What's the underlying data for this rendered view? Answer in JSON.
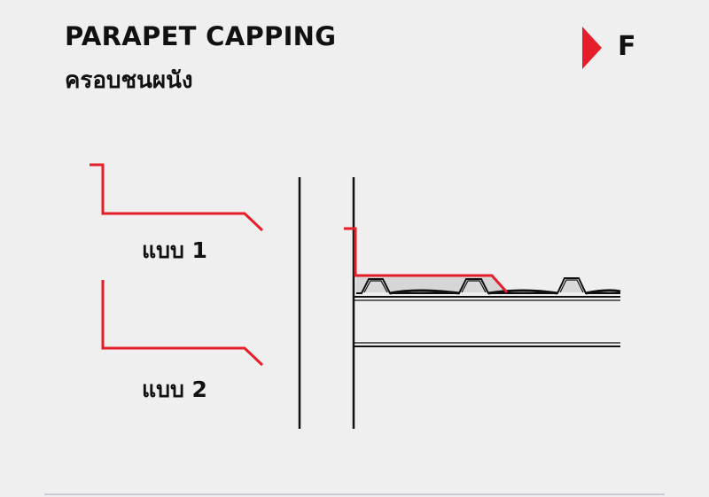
{
  "header": {
    "title": "PARAPET CAPPING",
    "subtitle": "ครอบชนผนัง"
  },
  "section_marker": {
    "letter": "F",
    "color": "#e51e2a"
  },
  "types": [
    {
      "label": "แบบ 1"
    },
    {
      "label": "แบบ 2"
    }
  ],
  "colors": {
    "capping": "#e51e2a",
    "line": "#111111",
    "fill_shade": "#d6d6d6",
    "background": "#efefef"
  }
}
